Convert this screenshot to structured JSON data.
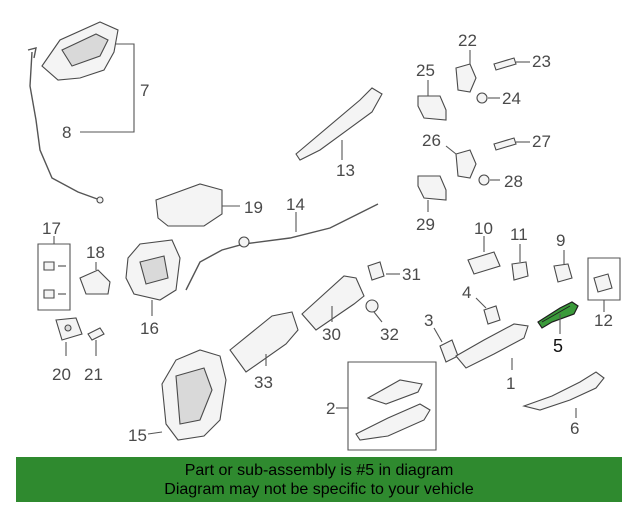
{
  "diagram": {
    "callouts": {
      "c1": "1",
      "c2": "2",
      "c3": "3",
      "c4": "4",
      "c5": "5",
      "c6": "6",
      "c7": "7",
      "c8": "8",
      "c9": "9",
      "c10": "10",
      "c11": "11",
      "c12": "12",
      "c13": "13",
      "c14": "14",
      "c15": "15",
      "c16": "16",
      "c17": "17",
      "c18": "18",
      "c19": "19",
      "c20": "20",
      "c21": "21",
      "c22": "22",
      "c23": "23",
      "c24": "24",
      "c25": "25",
      "c26": "26",
      "c27": "27",
      "c28": "28",
      "c29": "29",
      "c30": "30",
      "c31": "31",
      "c32": "32",
      "c33": "33"
    },
    "highlighted_part": "5",
    "highlight_color": "#3a9a3a",
    "line_color": "#4a4a4a"
  },
  "footer": {
    "line1": "Part or sub-assembly is #5 in diagram",
    "line2": "Diagram may not be specific to your vehicle",
    "background_color": "#2f8a2f"
  }
}
